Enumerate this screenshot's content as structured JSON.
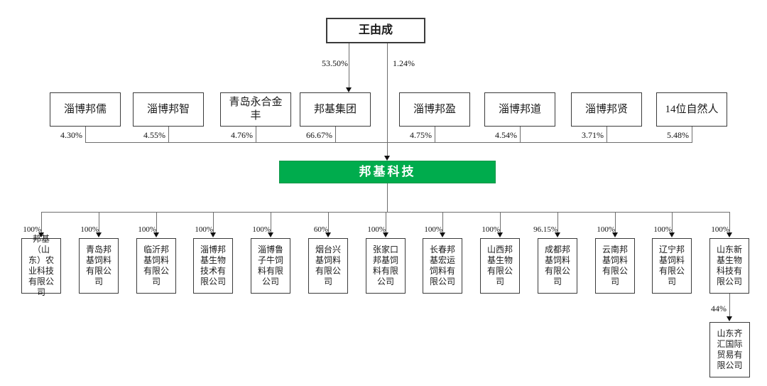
{
  "diagram": {
    "root": {
      "label": "王由成"
    },
    "root_edges": [
      {
        "pct": "53.50%",
        "target": "邦基集团"
      },
      {
        "pct": "1.24%",
        "target": "邦基科技"
      }
    ],
    "shareholders": [
      {
        "label": "淄博邦儒",
        "pct": "4.30%"
      },
      {
        "label": "淄博邦智",
        "pct": "4.55%"
      },
      {
        "label": "青岛永合金丰",
        "pct": "4.76%"
      },
      {
        "label": "邦基集团",
        "pct": "66.67%"
      },
      {
        "label": "淄博邦盈",
        "pct": "4.75%"
      },
      {
        "label": "淄博邦道",
        "pct": "4.54%"
      },
      {
        "label": "淄博邦贤",
        "pct": "3.71%"
      },
      {
        "label": "14位自然人",
        "pct": "5.48%"
      }
    ],
    "company": {
      "label": "邦基科技",
      "accent_color": "#00AC4D"
    },
    "subsidiaries": [
      {
        "label": "邦基（山东）农业科技有限公司",
        "pct": "100%"
      },
      {
        "label": "青岛邦基饲料有限公司",
        "pct": "100%"
      },
      {
        "label": "临沂邦基饲料有限公司",
        "pct": "100%"
      },
      {
        "label": "淄博邦基生物技术有限公司",
        "pct": "100%"
      },
      {
        "label": "淄博鲁子牛饲料有限公司",
        "pct": "100%"
      },
      {
        "label": "烟台兴基饲料有限公司",
        "pct": "60%"
      },
      {
        "label": "张家口邦基饲料有限公司",
        "pct": "100%"
      },
      {
        "label": "长春邦基宏运饲料有限公司",
        "pct": "100%"
      },
      {
        "label": "山西邦基生物有限公司",
        "pct": "100%"
      },
      {
        "label": "成都邦基饲料有限公司",
        "pct": "96.15%"
      },
      {
        "label": "云南邦基饲料有限公司",
        "pct": "100%"
      },
      {
        "label": "辽宁邦基饲料有限公司",
        "pct": "100%"
      },
      {
        "label": "山东新基生物科技有限公司",
        "pct": "100%"
      }
    ],
    "sub_subsidiary": {
      "label": "山东齐汇国际贸易有限公司",
      "pct": "44%"
    }
  }
}
